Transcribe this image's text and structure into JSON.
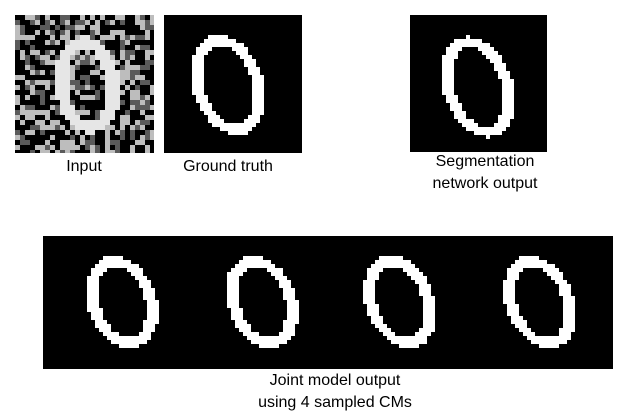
{
  "figure": {
    "captions": {
      "input": "Input",
      "ground_truth": "Ground truth",
      "segmentation": [
        "Segmentation",
        "network output"
      ],
      "joint": [
        "Joint model output",
        "using 4 sampled CMs"
      ]
    },
    "colors": {
      "background": "#000000",
      "foreground": "#ffffff",
      "noise_light": "#bdbdbd",
      "noise_dark": "#5a5a5a",
      "page": "#ffffff"
    },
    "panels": [
      {
        "id": "input-image",
        "kind": "noisy-digit",
        "digit": "0"
      },
      {
        "id": "ground-truth-image",
        "kind": "digit-mask",
        "digit": "0"
      },
      {
        "id": "segmentation-output-image",
        "kind": "digit-mask",
        "digit": "0"
      },
      {
        "id": "joint-output-sample-1",
        "kind": "digit-mask",
        "digit": "0"
      },
      {
        "id": "joint-output-sample-2",
        "kind": "digit-mask",
        "digit": "0"
      },
      {
        "id": "joint-output-sample-3",
        "kind": "digit-mask",
        "digit": "0"
      },
      {
        "id": "joint-output-sample-4",
        "kind": "digit-mask",
        "digit": "0"
      }
    ]
  }
}
